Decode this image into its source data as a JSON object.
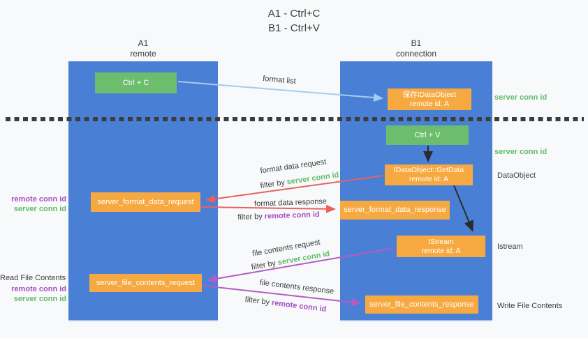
{
  "title": {
    "line1": "A1 - Ctrl+C",
    "line2": "B1 - Ctrl+V"
  },
  "columns": {
    "left": {
      "id": "A1",
      "role": "remote"
    },
    "right": {
      "id": "B1",
      "role": "connection"
    }
  },
  "nodes": {
    "ctrl_c": {
      "label": "Ctrl + C"
    },
    "ctrl_v": {
      "label": "Ctrl + V"
    },
    "save_dataobject": {
      "line1": "保存IDataObject",
      "line2": "remote id: A"
    },
    "getdata": {
      "line1": "IDataObject::GetData",
      "line2": "remote id: A"
    },
    "istream": {
      "line1": "IStream",
      "line2": "remote id: A"
    },
    "server_format_data_request": {
      "label": "server_format_data_request"
    },
    "server_format_data_response": {
      "label": "server_format_data_response"
    },
    "server_file_contents_request": {
      "label": "server_file_contents_request"
    },
    "server_file_contents_response": {
      "label": "server_file_contents_response"
    }
  },
  "side_labels": {
    "server_conn_id_top": "server conn id",
    "server_conn_id_mid": "server conn id",
    "dataobject": "DataObject",
    "istream": "Istream",
    "write_file_contents": "Write File Contents",
    "read_file_contents": "Read File Contents",
    "format_remote_conn_id": "remote conn id",
    "format_server_conn_id": "server conn id",
    "file_remote_conn_id": "remote conn id",
    "file_server_conn_id": "server conn id"
  },
  "arrows": {
    "format_list": {
      "label": "format list"
    },
    "format_data_request": {
      "label": "format data request",
      "filter_prefix": "filter by",
      "filter_key": "server conn id"
    },
    "format_data_response": {
      "label": "format data response",
      "filter_prefix": "filter by",
      "filter_key": "remote conn id"
    },
    "file_contents_request": {
      "label": "file contents request",
      "filter_prefix": "filter by",
      "filter_key": "server conn id"
    },
    "file_contents_response": {
      "label": "file contents response",
      "filter_prefix": "filter by",
      "filter_key": "remote conn id"
    }
  },
  "colors": {
    "column_blue": "#4a7fd6",
    "node_green": "#6cbe6e",
    "node_orange": "#f7a941",
    "arrow_light_blue": "#a3cdec",
    "arrow_red": "#e7625e",
    "arrow_purple": "#b45cc4",
    "arrow_black": "#2b2b2b",
    "label_green": "#62bb66",
    "label_purple": "#a94ec6",
    "text_dark": "#3c3c3c",
    "background": "#f8f9fa",
    "dashed_line": "#3d3d3d"
  }
}
